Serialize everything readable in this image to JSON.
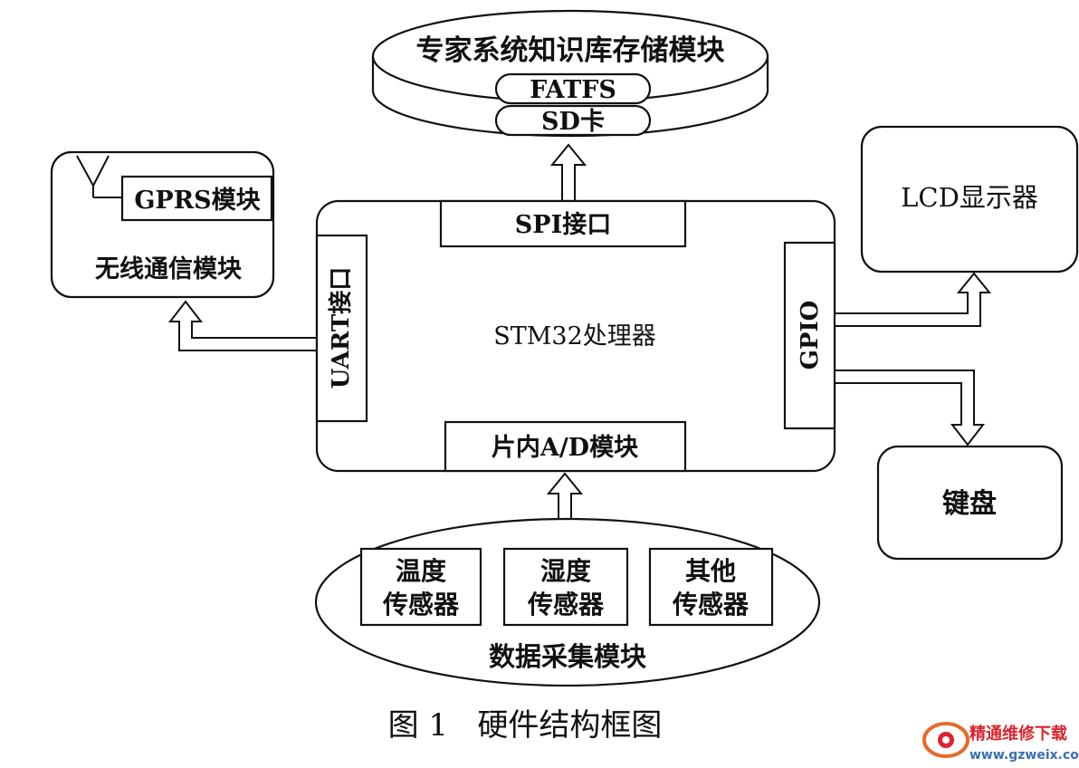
{
  "storage": {
    "title": "专家系统知识库存储模块",
    "fatfs": "FATFS",
    "sd": "SD卡"
  },
  "wireless": {
    "gprs": "GPRS模块",
    "label": "无线通信模块"
  },
  "processor": {
    "label": "STM32处理器",
    "spi": "SPI接口",
    "uart": "UART接口",
    "gpio": "GPIO",
    "adc": "片内A/D模块"
  },
  "lcd": {
    "label": "LCD显示器"
  },
  "keyboard": {
    "label": "键盘"
  },
  "acquisition": {
    "label": "数据采集模块",
    "sensors": [
      {
        "line1": "温度",
        "line2": "传感器"
      },
      {
        "line1": "湿度",
        "line2": "传感器"
      },
      {
        "line1": "其他",
        "line2": "传感器"
      }
    ]
  },
  "caption": "图 1   硬件结构框图",
  "watermark": {
    "name": "精通维修下载",
    "url": "www.gzweix.com",
    "colors": {
      "primary": "#d8262e",
      "url": "#3a6fb5",
      "ring": "#e36b2a"
    }
  }
}
